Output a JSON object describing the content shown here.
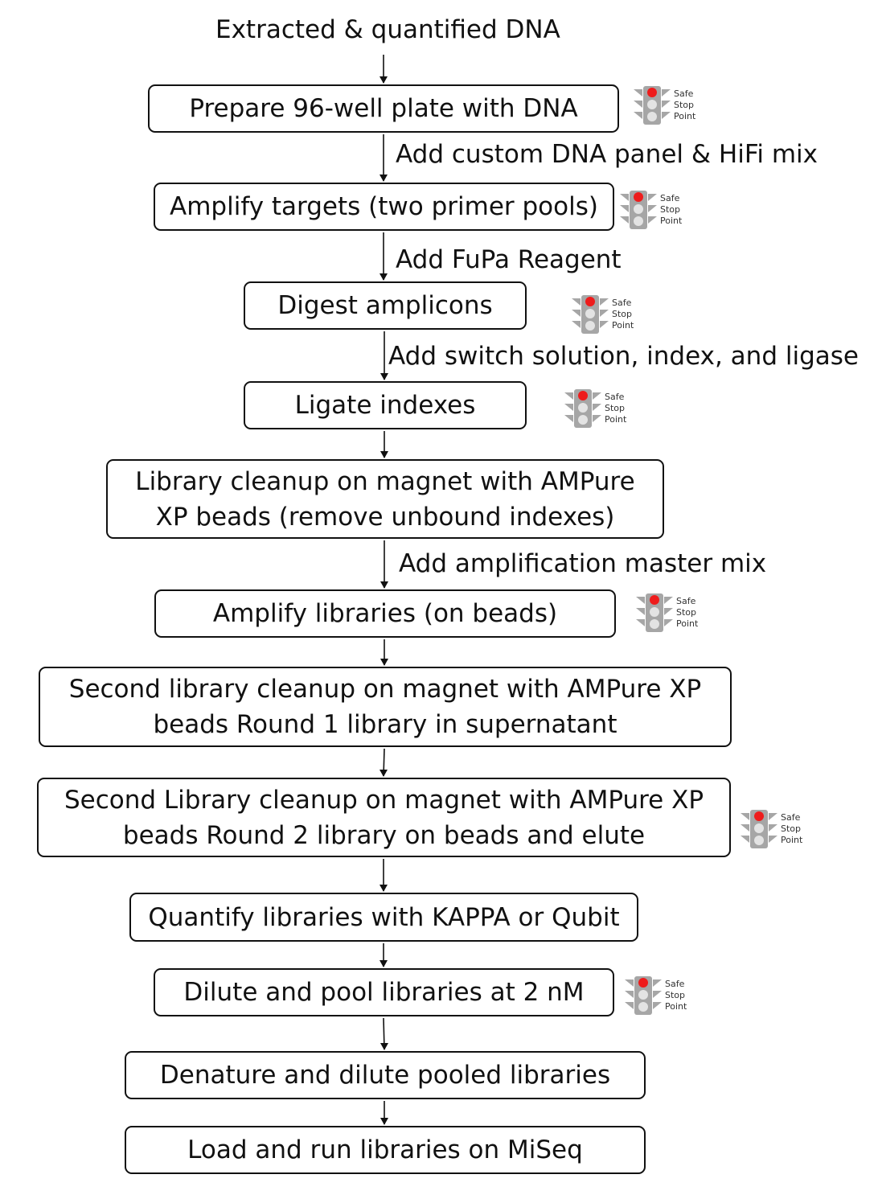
{
  "title": "Extracted & quantified DNA",
  "steps": [
    {
      "lines": [
        "Prepare 96-well plate with DNA"
      ]
    },
    {
      "lines": [
        "Amplify targets (two primer pools)"
      ]
    },
    {
      "lines": [
        "Digest amplicons"
      ]
    },
    {
      "lines": [
        "Ligate indexes"
      ]
    },
    {
      "lines": [
        "Library cleanup on magnet with AMPure",
        "XP beads (remove unbound indexes)"
      ]
    },
    {
      "lines": [
        "Amplify libraries (on beads)"
      ]
    },
    {
      "lines": [
        "Second library cleanup on magnet with AMPure XP",
        "beads Round 1 library in supernatant"
      ]
    },
    {
      "lines": [
        "Second Library cleanup on magnet with AMPure XP",
        "beads Round 2 library on beads and elute"
      ]
    },
    {
      "lines": [
        "Quantify libraries with KAPPA or Qubit"
      ]
    },
    {
      "lines": [
        "Dilute and pool libraries at 2 nM"
      ]
    },
    {
      "lines": [
        "Denature and dilute pooled libraries"
      ]
    },
    {
      "lines": [
        "Load and run libraries on MiSeq"
      ]
    }
  ],
  "reagents": [
    "Add custom DNA panel & HiFi mix",
    "Add FuPa Reagent",
    "Add switch solution, index, and ligase",
    "Add amplification master mix"
  ],
  "safe_stop_point": {
    "lines": [
      "Safe",
      "Stop",
      "Point"
    ],
    "icon": "traffic-light-icon",
    "light_color": "#ee1c1c",
    "body_color": "#a6a6a6"
  },
  "colors": {
    "box_border": "#111111",
    "arrow": "#111111"
  }
}
